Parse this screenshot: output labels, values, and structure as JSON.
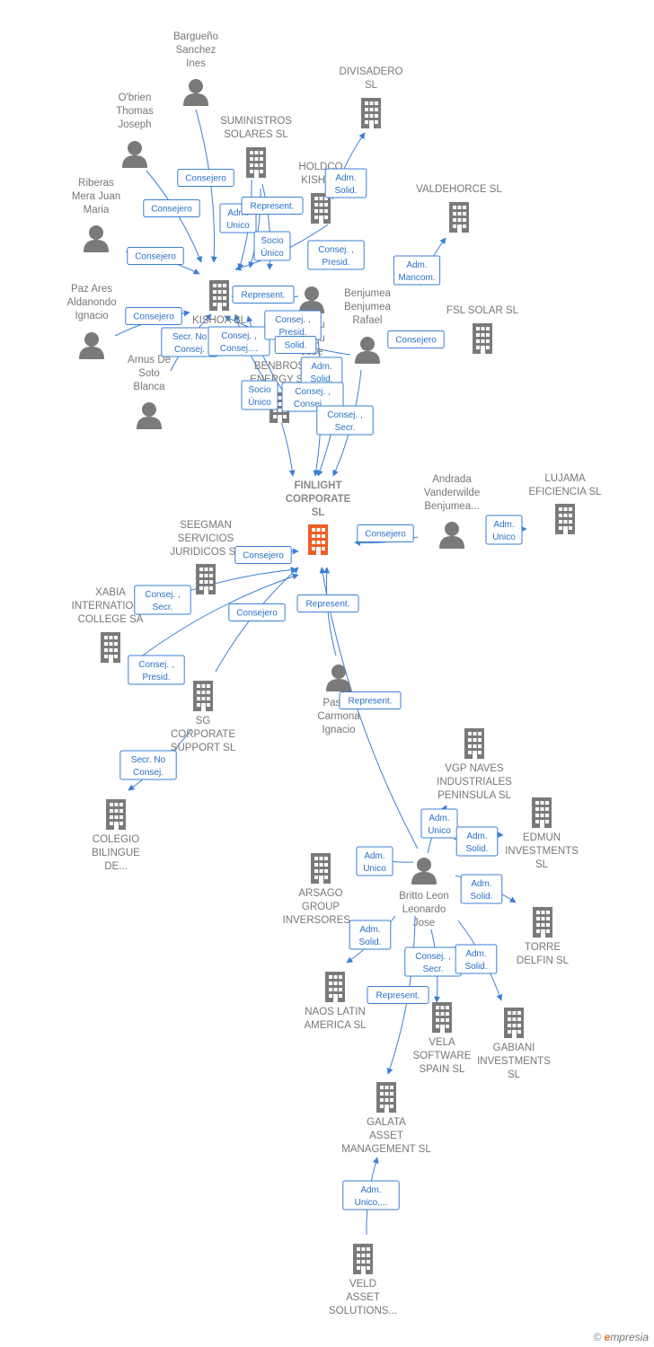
{
  "colors": {
    "company": "#7a7a7a",
    "person": "#7a7a7a",
    "focus": "#ec5d26",
    "edge": "#3a7fd5"
  },
  "nodes": [
    {
      "id": "bargueno",
      "type": "person",
      "label": [
        "Bargueño",
        "Sanchez",
        "Ines"
      ]
    },
    {
      "id": "obrien",
      "type": "person",
      "label": [
        "O'brien",
        "Thomas",
        "Joseph"
      ]
    },
    {
      "id": "riberas",
      "type": "person",
      "label": [
        "Riberas",
        "Mera Juan",
        "Maria"
      ]
    },
    {
      "id": "pazares",
      "type": "person",
      "label": [
        "Paz Ares",
        "Aldanondo",
        "Ignacio"
      ]
    },
    {
      "id": "arnus",
      "type": "person",
      "label": [
        "Arnus De",
        "Soto",
        "Blanca"
      ]
    },
    {
      "id": "suministros",
      "type": "company",
      "label": [
        "SUMINISTROS",
        "SOLARES SL"
      ]
    },
    {
      "id": "holdco",
      "type": "company",
      "label": [
        "HOLDCO",
        "KISHOA"
      ]
    },
    {
      "id": "divisadero",
      "type": "company",
      "label": [
        "DIVISADERO",
        "SL"
      ]
    },
    {
      "id": "valdehorce",
      "type": "company",
      "label": [
        "VALDEHORCE SL"
      ]
    },
    {
      "id": "kishoa",
      "type": "company",
      "label": [
        "KISHOA  SL"
      ]
    },
    {
      "id": "benjjose",
      "type": "person",
      "label": [
        "Benju",
        "Benju",
        "Jose"
      ]
    },
    {
      "id": "benjrafael",
      "type": "person",
      "label": [
        "Benjumea",
        "Benjumea",
        "Rafael"
      ]
    },
    {
      "id": "fslsolar",
      "type": "company",
      "label": [
        "FSL SOLAR  SL"
      ]
    },
    {
      "id": "benbros",
      "type": "company",
      "label": [
        "BENBROS",
        "ENERGY  SL"
      ]
    },
    {
      "id": "finlight",
      "type": "focus",
      "label": [
        "FINLIGHT",
        "CORPORATE",
        "SL"
      ]
    },
    {
      "id": "andrada",
      "type": "person",
      "label": [
        "Andrada",
        "Vanderwilde",
        "Benjumea..."
      ]
    },
    {
      "id": "lujama",
      "type": "company",
      "label": [
        "LUJAMA",
        "EFICIENCIA SL"
      ]
    },
    {
      "id": "seegman",
      "type": "company",
      "label": [
        "SEEGMAN",
        "SERVICIOS",
        "JURIDICOS  SL"
      ]
    },
    {
      "id": "xabia",
      "type": "company",
      "label": [
        "XABIA",
        "INTERNATION...",
        "COLLEGE SA"
      ]
    },
    {
      "id": "sgcorporate",
      "type": "company",
      "label": [
        "SG",
        "CORPORATE",
        "SUPPORT  SL"
      ]
    },
    {
      "id": "pascual",
      "type": "person",
      "label": [
        "Pasc...",
        "Carmona",
        "Ignacio"
      ]
    },
    {
      "id": "colegio",
      "type": "company",
      "label": [
        "COLEGIO",
        "BILINGUE",
        "DE..."
      ]
    },
    {
      "id": "vgp",
      "type": "company",
      "label": [
        "VGP NAVES",
        "INDUSTRIALES",
        "PENINSULA  SL"
      ]
    },
    {
      "id": "edmun",
      "type": "company",
      "label": [
        "EDMUN",
        "INVESTMENTS",
        "SL"
      ]
    },
    {
      "id": "britto",
      "type": "person",
      "label": [
        "Britto Leon",
        "Leonardo",
        "Jose"
      ]
    },
    {
      "id": "arsago",
      "type": "company",
      "label": [
        "ARSAGO",
        "GROUP",
        "INVERSORES..."
      ]
    },
    {
      "id": "torredelfin",
      "type": "company",
      "label": [
        "TORRE",
        "DELFIN  SL"
      ]
    },
    {
      "id": "naos",
      "type": "company",
      "label": [
        "NAOS LATIN",
        "AMERICA  SL"
      ]
    },
    {
      "id": "vela",
      "type": "company",
      "label": [
        "VELA",
        "SOFTWARE",
        "SPAIN  SL"
      ]
    },
    {
      "id": "gabiani",
      "type": "company",
      "label": [
        "GABIANI",
        "INVESTMENTS",
        "SL"
      ]
    },
    {
      "id": "galata",
      "type": "company",
      "label": [
        "GALATA",
        "ASSET",
        "MANAGEMENT SL"
      ]
    },
    {
      "id": "veld",
      "type": "company",
      "label": [
        "VELD",
        "ASSET",
        "SOLUTIONS..."
      ]
    }
  ],
  "relations": [
    {
      "from": "bargueno",
      "to": "kishoa",
      "label": [
        "Consejero"
      ]
    },
    {
      "from": "obrien",
      "to": "kishoa",
      "label": [
        "Consejero"
      ]
    },
    {
      "from": "riberas",
      "to": "kishoa",
      "label": [
        "Consejero"
      ]
    },
    {
      "from": "pazares",
      "to": "kishoa",
      "label": [
        "Consejero"
      ]
    },
    {
      "from": "arnus",
      "to": "kishoa",
      "label": [
        "Secr.  No",
        "Consej."
      ]
    },
    {
      "from": "suministros",
      "to": "kishoa",
      "label": [
        "Adm.",
        "Unico"
      ]
    },
    {
      "from": "suministros",
      "to": "kishoa",
      "label": [
        "Represent."
      ]
    },
    {
      "from": "suministros",
      "to": "kishoa",
      "label": [
        "Socio",
        "Único"
      ]
    },
    {
      "from": "holdco",
      "to": "divisadero",
      "label": [
        "Adm.",
        "Solid."
      ]
    },
    {
      "from": "holdco",
      "to": "kishoa",
      "label": [
        "Consej. ,",
        "Presid."
      ]
    },
    {
      "from": "benjrafael",
      "to": "valdehorce",
      "label": [
        "Adm.",
        "Mancom."
      ]
    },
    {
      "from": "benjrafael",
      "to": "fslsolar",
      "label": [
        "Consejero"
      ]
    },
    {
      "from": "benjjose",
      "to": "kishoa",
      "label": [
        "Represent."
      ]
    },
    {
      "from": "benjrafael",
      "to": "kishoa",
      "label": [
        "Consej. ,",
        "Consej...."
      ]
    },
    {
      "from": "benbros",
      "to": "kishoa",
      "label": [
        "Consej. ,",
        "Presid."
      ]
    },
    {
      "from": "benbros",
      "to": "kishoa",
      "label": [
        "Solid."
      ]
    },
    {
      "from": "benjjose",
      "to": "finlight",
      "label": [
        "Adm.",
        "Solid."
      ]
    },
    {
      "from": "kishoa",
      "to": "finlight",
      "label": [
        "Socio",
        "Único"
      ]
    },
    {
      "from": "benjrafael",
      "to": "finlight",
      "label": [
        "Consej. ,",
        "Consej...."
      ]
    },
    {
      "from": "benjrafael",
      "to": "finlight",
      "label": [
        "Consej. ,",
        "Secr."
      ]
    },
    {
      "from": "andrada",
      "to": "finlight",
      "label": [
        "Consejero"
      ]
    },
    {
      "from": "andrada",
      "to": "lujama",
      "label": [
        "Adm.",
        "Unico"
      ]
    },
    {
      "from": "seegman",
      "to": "finlight",
      "label": [
        "Consejero"
      ]
    },
    {
      "from": "xabia",
      "to": "finlight",
      "label": [
        "Consej. ,",
        "Secr."
      ]
    },
    {
      "from": "xabia",
      "to": "finlight",
      "label": [
        "Consej. ,",
        "Presid."
      ]
    },
    {
      "from": "sgcorporate",
      "to": "finlight",
      "label": [
        "Consejero"
      ]
    },
    {
      "from": "pascual",
      "to": "finlight",
      "label": [
        "Represent."
      ]
    },
    {
      "from": "britto",
      "to": "finlight",
      "label": [
        "Represent."
      ]
    },
    {
      "from": "sgcorporate",
      "to": "colegio",
      "label": [
        "Secr.  No",
        "Consej."
      ]
    },
    {
      "from": "britto",
      "to": "vgp",
      "label": [
        "Adm.",
        "Unico"
      ]
    },
    {
      "from": "britto",
      "to": "edmun",
      "label": [
        "Adm.",
        "Solid."
      ]
    },
    {
      "from": "britto",
      "to": "arsago",
      "label": [
        "Adm.",
        "Unico"
      ]
    },
    {
      "from": "britto",
      "to": "torredelfin",
      "label": [
        "Adm.",
        "Solid."
      ]
    },
    {
      "from": "britto",
      "to": "naos",
      "label": [
        "Adm.",
        "Solid."
      ]
    },
    {
      "from": "britto",
      "to": "vela",
      "label": [
        "Consej. ,",
        "Secr."
      ]
    },
    {
      "from": "britto",
      "to": "gabiani",
      "label": [
        "Adm.",
        "Solid."
      ]
    },
    {
      "from": "britto",
      "to": "galata",
      "label": [
        "Represent."
      ]
    },
    {
      "from": "veld",
      "to": "galata",
      "label": [
        "Adm.",
        "Unico,..."
      ]
    }
  ],
  "footer": {
    "copyright": "©",
    "brand_initial": "e",
    "brand_rest": "mpresia"
  }
}
